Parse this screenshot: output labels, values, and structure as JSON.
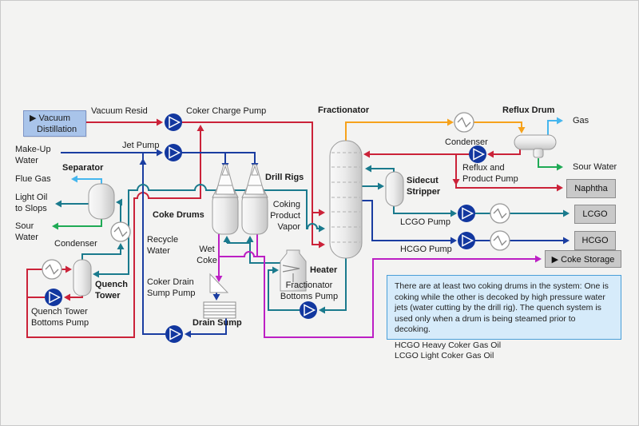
{
  "palette": {
    "red": "#cb2239",
    "blue": "#1a3da1",
    "teal": "#1a7a8d",
    "light_blue": "#45b6ee",
    "green": "#1faa55",
    "orange": "#f6a21c",
    "magenta": "#bc1fc4",
    "vessel_stroke": "#9a9a9a",
    "source_box_fill": "#a9c4ea",
    "output_box_fill": "#c9c9c9",
    "note_fill": "#d6ebfa",
    "note_border": "#4a9fd8"
  },
  "labels": {
    "vacuum_resid": "Vacuum Resid",
    "coker_charge_pump": "Coker Charge Pump",
    "jet_pump": "Jet Pump",
    "make_up_water": "Make-Up\nWater",
    "separator": "Separator",
    "flue_gas": "Flue Gas",
    "light_oil": "Light Oil\nto Slops",
    "sour_water_left": "Sour\nWater",
    "condenser_left": "Condenser",
    "quench_tower": "Quench\nTower",
    "quench_bottoms_pump": "Quench Tower\nBottoms Pump",
    "coke_drums": "Coke Drums",
    "recycle_water": "Recycle\nWater",
    "wet_coke": "Wet\nCoke",
    "coker_drain_pump": "Coker Drain\nSump Pump",
    "drain_sump": "Drain Sump",
    "drill_rigs": "Drill Rigs",
    "coking_product_vapor": "Coking\nProduct\nVapor",
    "heater": "Heater",
    "frac_bottoms_pump": "Fractionator\nBottoms Pump",
    "fractionator": "Fractionator",
    "sidecut_stripper": "Sidecut\nStripper",
    "lcgo_pump": "LCGO Pump",
    "hcgo_pump": "HCGO Pump",
    "condenser_right": "Condenser",
    "reflux_drum": "Reflux Drum",
    "gas": "Gas",
    "sour_water_right": "Sour Water",
    "reflux_product_pump": "Reflux and\nProduct Pump"
  },
  "source_box": {
    "line1": "▶ Vacuum",
    "line2": "Distillation"
  },
  "outputs": {
    "naphtha": "Naphtha",
    "lcgo": "LCGO",
    "hcgo": "HCGO",
    "coke_storage": "▶ Coke Storage"
  },
  "note": {
    "text": "There are at least two coking drums in the system: One is coking while the other is decoked by high pressure water jets (water cutting by the drill rig). The quench system is used only when a drum is being steamed prior to decoking.",
    "legend_hcgo": "HCGO Heavy Coker Gas Oil",
    "legend_lcgo": "LCGO Light Coker Gas Oil"
  }
}
